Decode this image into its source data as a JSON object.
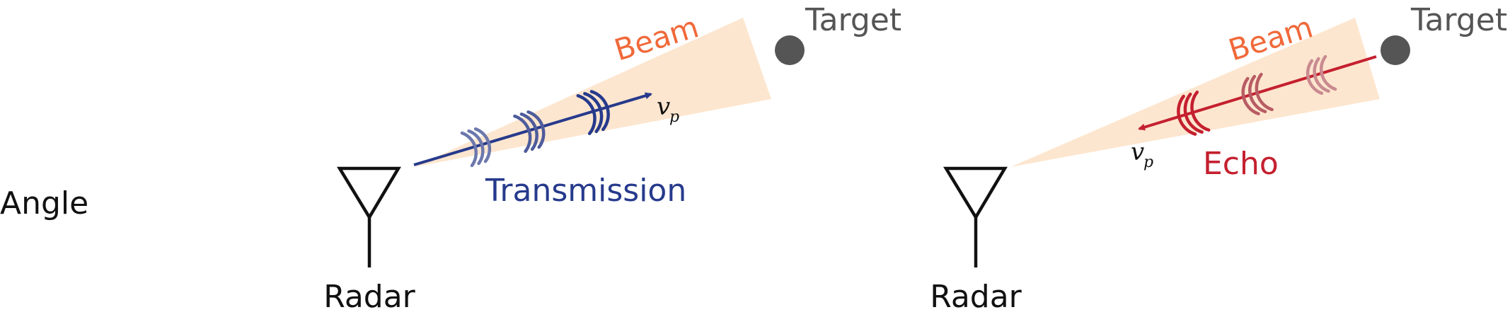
{
  "row_label": "Angle",
  "colors": {
    "beam_fill": "#fde6cf",
    "beam_text": "#f0693a",
    "transmission": "#263a8c",
    "echo": "#c4202f",
    "target": "#555555",
    "radar": "#111111"
  },
  "panels": [
    {
      "beam_label": "Beam",
      "target_label": "Target",
      "radar_label": "Radar",
      "signal_label": "Transmission",
      "velocity_label": "v",
      "velocity_subscript": "p"
    },
    {
      "beam_label": "Beam",
      "target_label": "Target",
      "radar_label": "Radar",
      "signal_label": "Echo",
      "velocity_label": "v",
      "velocity_subscript": "p"
    }
  ]
}
